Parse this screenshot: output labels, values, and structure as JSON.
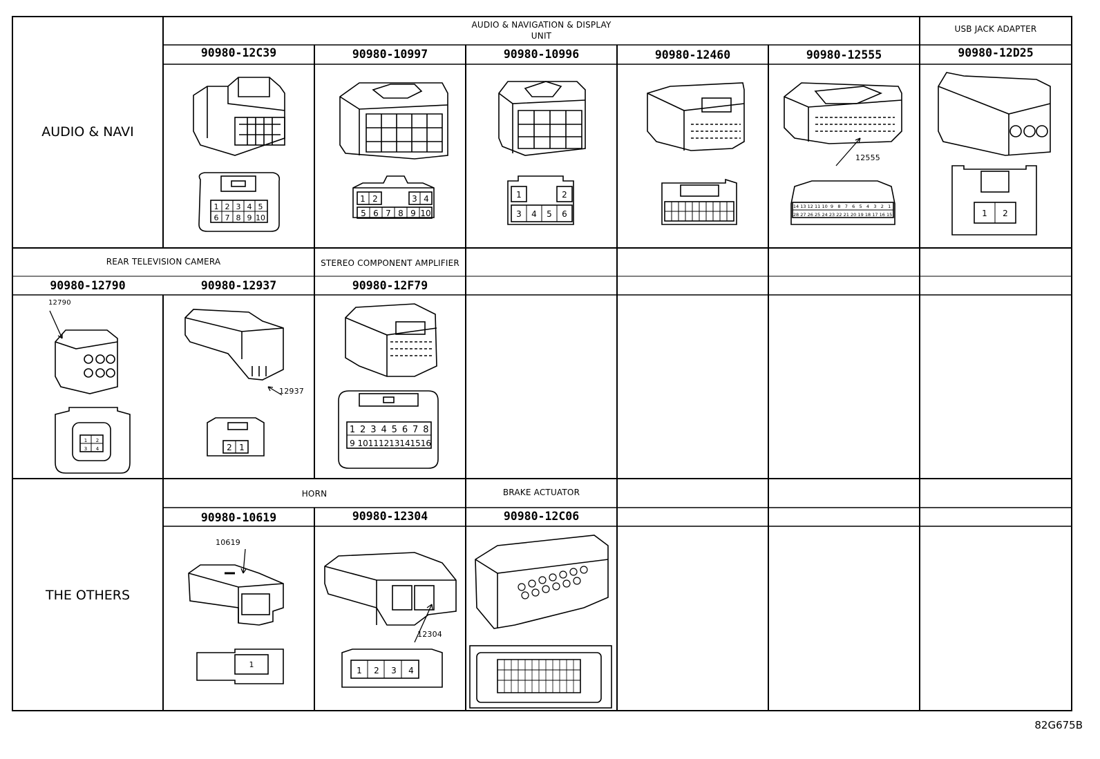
{
  "sections": {
    "audio_navi": "AUDIO & NAVI",
    "the_others": "THE OTHERS"
  },
  "headers": {
    "audio_nav_display": "AUDIO & NAVIGATION & DISPLAY\nUNIT",
    "usb_jack": "USB JACK ADAPTER",
    "rear_camera": "REAR TELEVISION CAMERA",
    "stereo_amp": "STEREO COMPONENT AMPLIFIER",
    "horn": "HORN",
    "brake_actuator": "BRAKE ACTUATOR"
  },
  "part_numbers": {
    "r1": [
      "90980-12C39",
      "90980-10997",
      "90980-10996",
      "90980-12460",
      "90980-12555",
      "90980-12D25"
    ],
    "r2": [
      "90980-12790",
      "90980-12937",
      "90980-12F79"
    ],
    "r3": [
      "90980-10619",
      "90980-12304",
      "90980-12C06"
    ]
  },
  "callouts": {
    "c12555": "12555",
    "c12790": "12790",
    "c12937": "12937",
    "c10619": "10619",
    "c12304": "12304"
  },
  "pins": {
    "p12c39": [
      "1",
      "2",
      "3",
      "4",
      "5",
      "6",
      "7",
      "8",
      "9",
      "10"
    ],
    "p10997": [
      "1",
      "2",
      "3",
      "4",
      "5",
      "6",
      "7",
      "8",
      "9",
      "10"
    ],
    "p10996": [
      "1",
      "2",
      "3",
      "4",
      "5",
      "6"
    ],
    "p12555_top": [
      "14",
      "13",
      "12",
      "11",
      "10",
      "9",
      "8",
      "7",
      "6",
      "5",
      "4",
      "3",
      "2",
      "1"
    ],
    "p12555_bot": [
      "28",
      "27",
      "26",
      "25",
      "24",
      "23",
      "22",
      "21",
      "20",
      "19",
      "18",
      "17",
      "16",
      "15"
    ],
    "p12d25": [
      "1",
      "2"
    ],
    "p12790": [
      "1",
      "2",
      "3",
      "4"
    ],
    "p12937": [
      "2",
      "1"
    ],
    "p12f79_top": [
      "1",
      "2",
      "3",
      "4",
      "5",
      "6",
      "7",
      "8"
    ],
    "p12f79_bot": [
      "9",
      "10",
      "11",
      "12",
      "13",
      "14",
      "15",
      "16"
    ],
    "p10619": [
      "1"
    ],
    "p12304": [
      "1",
      "2",
      "3",
      "4"
    ]
  },
  "drawing_code": "82G675B"
}
